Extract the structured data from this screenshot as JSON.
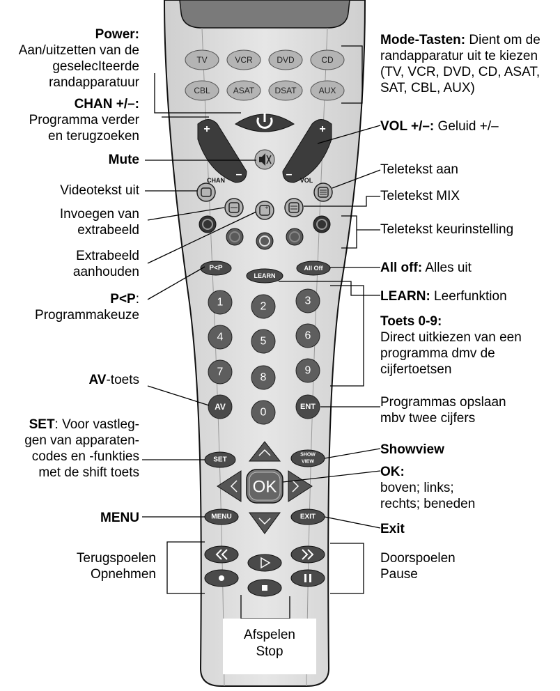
{
  "remote": {
    "mode_keys": [
      "TV",
      "VCR",
      "DVD",
      "CD",
      "CBL",
      "ASAT",
      "DSAT",
      "AUX"
    ],
    "chan_label": "CHAN",
    "vol_label": "VOL",
    "plus": "+",
    "minus": "–",
    "pp": "P<P",
    "learn": "LEARN",
    "alloff": "All Off",
    "digits": [
      "1",
      "2",
      "3",
      "4",
      "5",
      "6",
      "7",
      "8",
      "9",
      "0"
    ],
    "av": "AV",
    "ent": "ENT",
    "set": "SET",
    "showview_1": "SHOW",
    "showview_2": "VIEW",
    "ok": "OK",
    "menu": "MENU",
    "exit": "EXIT"
  },
  "labels": {
    "power_title": "Power:",
    "power_desc1": "Aan/uitzetten van de",
    "power_desc2": "geselecIteerde",
    "power_desc3": "randapparatuur",
    "chan_title": "CHAN +/–:",
    "chan_desc1": "Programma verder",
    "chan_desc2": "en terugzoeken",
    "mute": "Mute",
    "videotekst": "Videotekst uit",
    "invoegen1": "Invoegen van",
    "invoegen2": "extrabeeld",
    "extrabeeld1": "Extrabeeld",
    "extrabeeld2": "aanhouden",
    "pp_title": "P<P",
    "pp_colon": ":",
    "pp_desc": "Programmakeuze",
    "av_title": "AV",
    "av_rest": "-toets",
    "set_title": "SET",
    "set_desc1": ": Voor vastleg-",
    "set_desc2": "gen van apparaten-",
    "set_desc3": "codes en -funkties",
    "set_desc4": "met de shift toets",
    "menu": "MENU",
    "terug1": "Terugspoelen",
    "terug2": "Opnehmen",
    "mode_title": "Mode-Tasten:",
    "mode_desc0": " Dient om de",
    "mode_desc1": "randapparatur uit te kiezen",
    "mode_desc2": "(TV, VCR, DVD, CD, ASAT,",
    "mode_desc3": "SAT, CBL, AUX)",
    "vol_title": "VOL +/–:",
    "vol_desc": " Geluid +/–",
    "tt_aan": "Teletekst aan",
    "tt_mix": "Teletekst MIX",
    "tt_keur": "Teletekst keurinstelling",
    "alloff_title": "All off:",
    "alloff_desc": " Alles uit",
    "learn_title": "LEARN:",
    "learn_desc": " Leerfunktion",
    "toets_title": "Toets 0-9:",
    "toets_desc1": "Direct uitkiezen van een",
    "toets_desc2": "programma dmv de",
    "toets_desc3": "cijfertoetsen",
    "prog1": "Programmas opslaan",
    "prog2": "mbv twee cijfers",
    "showview": "Showview",
    "ok_title": "OK:",
    "ok_desc1": "boven; links;",
    "ok_desc2": "rechts; beneden",
    "exit": "Exit",
    "door1": "Doorspoelen",
    "door2": "Pause",
    "afspelen1": "Afspelen",
    "afspelen2": "Stop"
  },
  "colors": {
    "body": "#dcdcdc",
    "button_dark": "#3c3c3c",
    "button_mid": "#5a5a5a",
    "mode_key": "#b4b4b4"
  }
}
